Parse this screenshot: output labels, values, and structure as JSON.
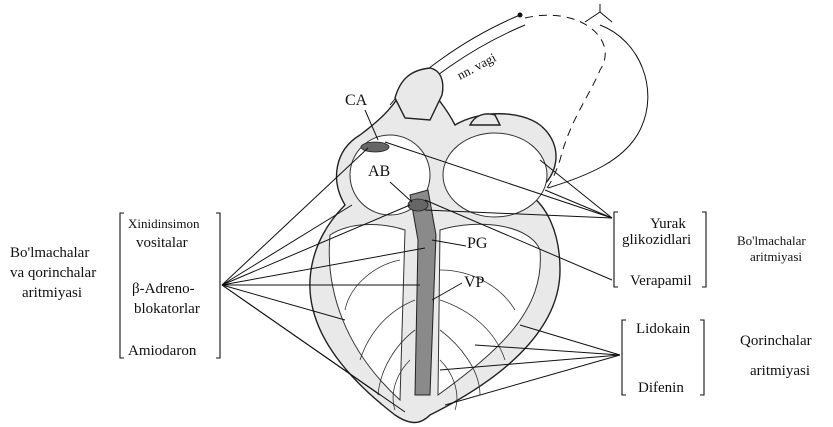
{
  "labels": {
    "ca": "CA",
    "ab": "AB",
    "pg": "PG",
    "vp": "VP",
    "nn_vagi": "nn. vagi"
  },
  "left_group": {
    "title_lines": [
      "Bo'lmachalar",
      "va qorinchalar",
      "aritmiyasi"
    ],
    "drugs": [
      {
        "lines": [
          "Xinidinsimon",
          "vositalar"
        ]
      },
      {
        "lines": [
          "β-Adreno-",
          "blokatorlar"
        ]
      },
      {
        "lines": [
          "Amiodaron"
        ]
      }
    ]
  },
  "right_upper_group": {
    "title_lines": [
      "Bo'lmachalar",
      "aritmiyasi"
    ],
    "drugs": [
      {
        "lines": [
          "Yurak",
          "glikozidlari"
        ]
      },
      {
        "lines": [
          "Verapamil"
        ]
      }
    ]
  },
  "right_lower_group": {
    "title_lines": [
      "Qorinchalar",
      "aritmiyasi"
    ],
    "drugs": [
      {
        "lines": [
          "Lidokain"
        ]
      },
      {
        "lines": [
          "Difenin"
        ]
      }
    ]
  }
}
